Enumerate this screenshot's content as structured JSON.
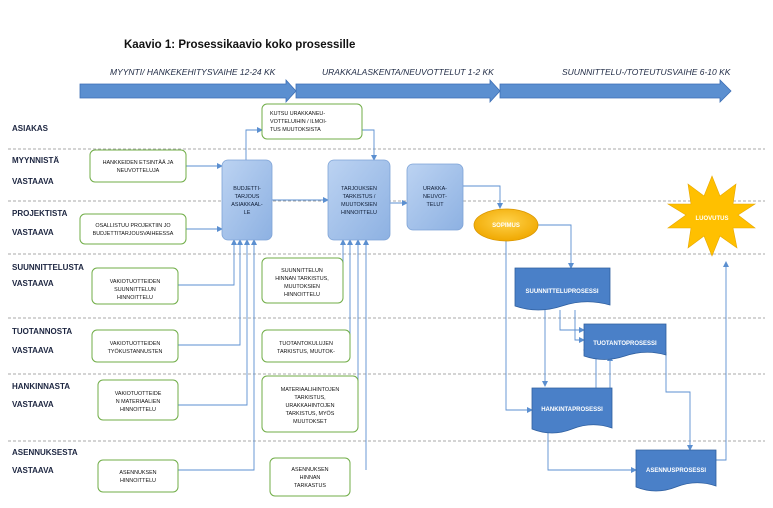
{
  "title": "Kaavio 1: Prosessikaavio koko prosessille",
  "phases": [
    "MYYNTI/ HANKEKEHITYSVAIHE 12-24 KK",
    "URAKKALASKENTA/NEUVOTTELUT 1-2 KK",
    "SUUNNITTELU-/TOTEUTUSVAIHE 6-10 KK"
  ],
  "lanes": {
    "asiakas": [
      "ASIAKAS"
    ],
    "myynti": [
      "MYYNNISTÄ",
      "VASTAAVA"
    ],
    "projekti": [
      "PROJEKTISTA",
      "VASTAAVA"
    ],
    "suunnittelu": [
      "SUUNNITTELUSTA",
      "VASTAAVA"
    ],
    "tuotanto": [
      "TUOTANNOSTA",
      "VASTAAVA"
    ],
    "hankinta": [
      "HANKINNASTA",
      "VASTAAVA"
    ],
    "asennus": [
      "ASENNUKSESTA",
      "VASTAAVA"
    ]
  },
  "boxes": {
    "kutsu": [
      "KUTSU URAKKANEU-",
      "VOTTELUIHIN / ILMOI-",
      "TUS MUUTOKSISTA"
    ],
    "hankkeiden": [
      "HANKKEIDEN ETSINTÄÄ JA",
      "NEUVOTTELUJA"
    ],
    "osallistuu": [
      "OSALLISTUU PROJEKTIIN JO",
      "BUDJETTITARJOUSVAIHEESSA"
    ],
    "vakio_suunnittelu": [
      "VAKIOTUOTTEIDEN",
      "SUUNNITTELUN",
      "HINNOITTELU"
    ],
    "vakio_tyo": [
      "VAKIOTUOTTEIDEN",
      "TYÖKUSTANNUSTEN"
    ],
    "vakio_materiaali": [
      "VAKIOTUOTTEIDE",
      "N MATERIAALIEN",
      "HINNOITTELU"
    ],
    "asennuksen_hinnoittelu": [
      "ASENNUKSEN",
      "HINNOITTELU"
    ],
    "suunnittelun_tarkistus": [
      "SUUNNITTELUN",
      "HINNAN TARKISTUS,",
      "MUUTOKSIEN",
      "HINNOITTELU"
    ],
    "tuotantokulujen": [
      "TUOTANTOKULUJEN",
      "TARKISTUS, MUUTOK-"
    ],
    "materiaalihintojen": [
      "MATERIAALIHINTOJEN",
      "TARKISTUS,",
      "URAKKAHINTOJEN",
      "TARKISTUS, MYÖS",
      "MUUTOKSET"
    ],
    "asennuksen_tarkistus": [
      "ASENNUKSEN",
      "HINNAN",
      "TARKASTUS"
    ],
    "budjetti": [
      "BUDJETTI-",
      "TARJOUS",
      "ASIAKKAAL-",
      "LE"
    ],
    "tarjouksen": [
      "TARJOUKSEN",
      "TARKISTUS /",
      "MUUTOKSIEN",
      "HINNOITTELU"
    ],
    "urakkaneuvottelut": [
      "URAKKA-",
      "NEUVOT-",
      "TELUT"
    ]
  },
  "sopimus": "SOPIMUS",
  "luovutus": "LUOVUTUS",
  "processes": {
    "suunnittelu": "SUUNNITTELUPROSESSI",
    "tuotanto": "TUOTANTOPROSESSI",
    "hankinta": "HANKINTAPROSESSI",
    "asennus": "ASENNUSPROSESSI"
  },
  "colors": {
    "arrow_blue": "#4f81bd",
    "arrow_dark": "#2f5597",
    "green_border": "#70ad47",
    "blue_box": "#a9c4eb",
    "process_blue": "#4a80c8",
    "sopimus": "#f5b600",
    "luovutus": "#ffc000"
  }
}
